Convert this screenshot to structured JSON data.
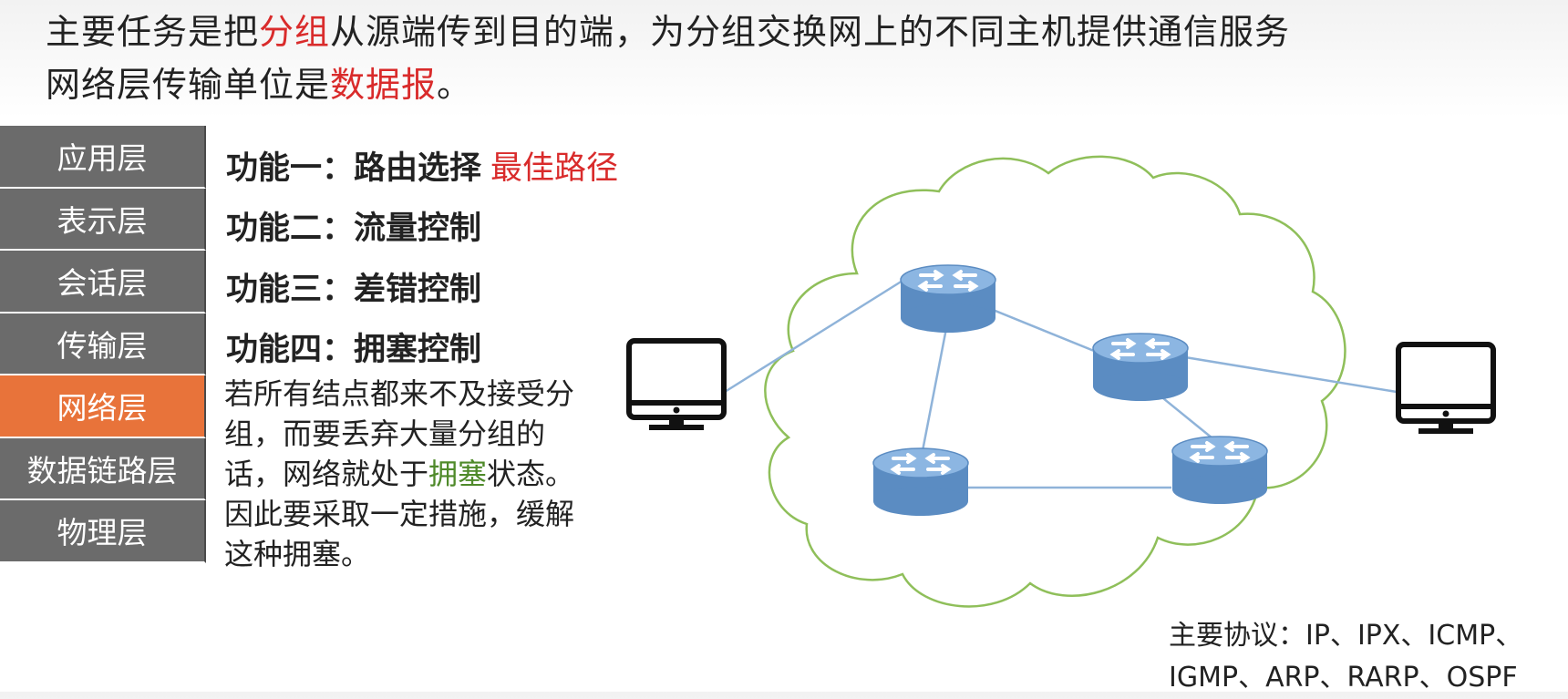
{
  "header": {
    "line1_pre": "主要任务是把",
    "line1_red": "分组",
    "line1_post": "从源端传到目的端，为分组交换网上的不同主机提供通信服务",
    "line2_pre": "网络层传输单位是",
    "line2_red": "数据报",
    "line2_post": "。"
  },
  "layers": [
    "应用层",
    "表示层",
    "会话层",
    "传输层",
    "网络层",
    "数据链路层",
    "物理层"
  ],
  "active_layer": "网络层",
  "functions": [
    {
      "label": "功能一：路由选择",
      "note": "最佳路径"
    },
    {
      "label": "功能二：流量控制"
    },
    {
      "label": "功能三：差错控制"
    },
    {
      "label": "功能四：拥塞控制"
    }
  ],
  "paragraph": {
    "pre": "若所有结点都来不及接受分组，而要丢弃大量分组的话，网络就处于",
    "highlight": "拥塞",
    "post": "状态。因此要采取一定措施，缓解这种拥塞。"
  },
  "protocols": {
    "line1": "主要协议：IP、IPX、ICMP、",
    "line2": "IGMP、ARP、RARP、OSPF"
  },
  "colors": {
    "highlight_red": "#d92b2b",
    "highlight_green": "#4f8a2a",
    "layer_gray": "#6b6b6b",
    "layer_active": "#e8733a",
    "router_blue": "#6f9fd0",
    "cloud_green": "#8fbf5a"
  },
  "icons": [
    "monitor-icon",
    "router-icon",
    "cloud-shape"
  ]
}
